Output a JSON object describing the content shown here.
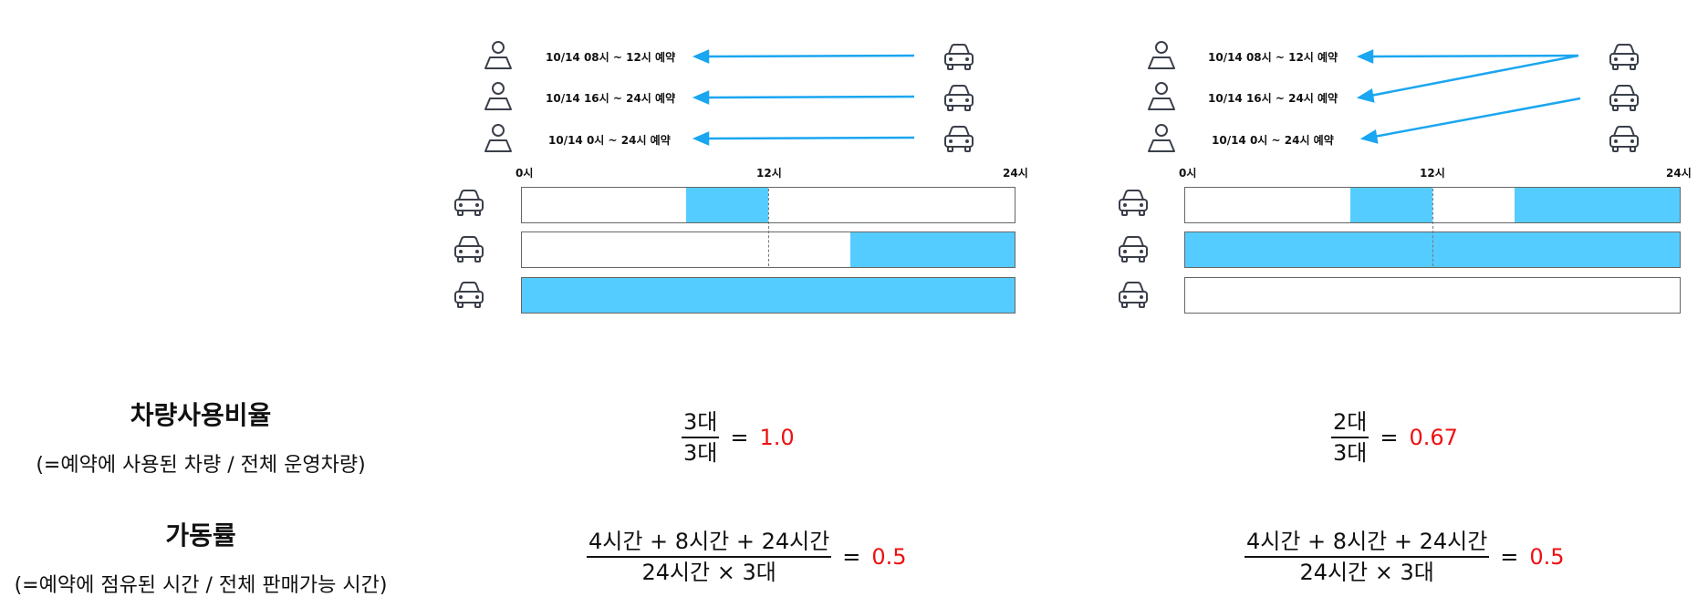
{
  "colors": {
    "booking": "#55ccff",
    "arrow": "#1aa6f0",
    "result": "#ee1111",
    "icon": "#3a3f4a"
  },
  "scenarios": [
    {
      "reservations": [
        {
          "label": "10/14 08시 ~ 12시 예약",
          "person_icon": "person-icon",
          "car_icon": "car-icon"
        },
        {
          "label": "10/14 16시 ~ 24시 예약",
          "person_icon": "person-icon",
          "car_icon": "car-icon"
        },
        {
          "label": "10/14 0시 ~ 24시 예약",
          "person_icon": "person-icon",
          "car_icon": "car-icon"
        }
      ],
      "assignment": [
        0,
        1,
        2
      ],
      "timeline": {
        "ticks": [
          "0시",
          "12시",
          "24시"
        ],
        "cars": [
          {
            "segments": [
              [
                8,
                12
              ]
            ]
          },
          {
            "segments": [
              [
                16,
                24
              ]
            ]
          },
          {
            "segments": [
              [
                0,
                24
              ]
            ]
          }
        ]
      }
    },
    {
      "reservations": [
        {
          "label": "10/14 08시 ~ 12시 예약",
          "person_icon": "person-icon",
          "car_icon": "car-icon"
        },
        {
          "label": "10/14 16시 ~ 24시 예약",
          "person_icon": "person-icon",
          "car_icon": "car-icon"
        },
        {
          "label": "10/14 0시 ~ 24시 예약",
          "person_icon": "person-icon",
          "car_icon": "car-icon"
        }
      ],
      "assignment": [
        0,
        0,
        1
      ],
      "timeline": {
        "ticks": [
          "0시",
          "12시",
          "24시"
        ],
        "cars": [
          {
            "segments": [
              [
                8,
                12
              ],
              [
                16,
                24
              ]
            ]
          },
          {
            "segments": [
              [
                0,
                24
              ]
            ]
          },
          {
            "segments": []
          }
        ]
      }
    }
  ],
  "metrics": {
    "usage": {
      "title": "차량사용비율",
      "subtitle": "(=예약에 사용된 차량 / 전체 운영차량)",
      "formulas": [
        {
          "numerator": "3대",
          "denominator": "3대",
          "equals": "=",
          "result": "1.0"
        },
        {
          "numerator": "2대",
          "denominator": "3대",
          "equals": "=",
          "result": "0.67"
        }
      ]
    },
    "utilization": {
      "title": "가동률",
      "subtitle": "(=예약에 점유된 시간 / 전체 판매가능 시간)",
      "formulas": [
        {
          "numerator": "4시간 + 8시간 + 24시간",
          "denominator": "24시간 × 3대",
          "equals": "=",
          "result": "0.5"
        },
        {
          "numerator": "4시간 + 8시간 + 24시간",
          "denominator": "24시간 × 3대",
          "equals": "=",
          "result": "0.5"
        }
      ]
    }
  }
}
